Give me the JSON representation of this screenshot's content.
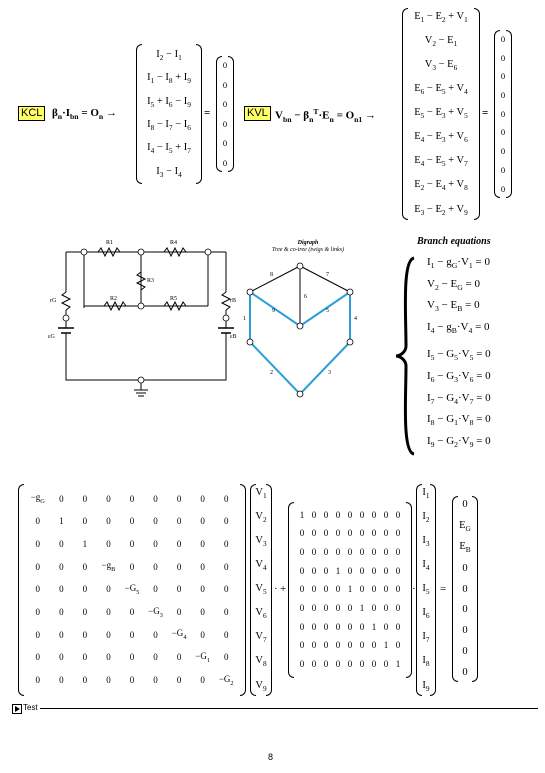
{
  "kcl": {
    "tag": "KCL",
    "lhs": "βn·Ibn = On →",
    "vector": [
      "I2 − I1",
      "I1 − I8 + I9",
      "I5 + I6 − I9",
      "I8 − I7 − I6",
      "I4 − I5 + I7",
      "I3 − I4"
    ],
    "equals": "=",
    "zeros": [
      "0",
      "0",
      "0",
      "0",
      "0",
      "0"
    ]
  },
  "kvl": {
    "tag": "KVL",
    "lhs": "Vbn − βnT·En = On1 →",
    "vector": [
      "E1 − E2 + V1",
      "V2 − E1",
      "V3 − E6",
      "E6 − E5 + V4",
      "E5 − E3 + V5",
      "E4 − E3 + V6",
      "E4 − E5 + V7",
      "E2 − E4 + V8",
      "E3 − E2 + V9"
    ],
    "equals": "=",
    "zeros": [
      "0",
      "0",
      "0",
      "0",
      "0",
      "0",
      "0",
      "0",
      "0"
    ]
  },
  "circuit": {
    "labels": [
      "R1",
      "R4",
      "R3",
      "R2",
      "R5",
      "rG",
      "rB",
      "εG",
      "εB"
    ]
  },
  "digraph": {
    "title": "Digraph",
    "subtitle": "Tree & co-tree (twigs & links)",
    "edge_labels": [
      "1",
      "2",
      "3",
      "4",
      "5",
      "6",
      "7",
      "8",
      "9"
    ]
  },
  "branch": {
    "title": "Branch equations",
    "equations": [
      "I1 − gG·V1 = 0",
      "V2 − EG = 0",
      "V3 − EB = 0",
      "I4 − gB·V4 = 0",
      "I5 − G5·V5 = 0",
      "I6 − G3·V6 = 0",
      "I7 − G4·V7 = 0",
      "I8 − G1·V8 = 0",
      "I9 − G2·V9 = 0"
    ]
  },
  "system": {
    "gmatrix": [
      [
        "−gG",
        "0",
        "0",
        "0",
        "0",
        "0",
        "0",
        "0",
        "0"
      ],
      [
        "0",
        "1",
        "0",
        "0",
        "0",
        "0",
        "0",
        "0",
        "0"
      ],
      [
        "0",
        "0",
        "1",
        "0",
        "0",
        "0",
        "0",
        "0",
        "0"
      ],
      [
        "0",
        "0",
        "0",
        "−gB",
        "0",
        "0",
        "0",
        "0",
        "0"
      ],
      [
        "0",
        "0",
        "0",
        "0",
        "−G5",
        "0",
        "0",
        "0",
        "0"
      ],
      [
        "0",
        "0",
        "0",
        "0",
        "0",
        "−G3",
        "0",
        "0",
        "0"
      ],
      [
        "0",
        "0",
        "0",
        "0",
        "0",
        "0",
        "−G4",
        "0",
        "0"
      ],
      [
        "0",
        "0",
        "0",
        "0",
        "0",
        "0",
        "0",
        "−G1",
        "0"
      ],
      [
        "0",
        "0",
        "0",
        "0",
        "0",
        "0",
        "0",
        "0",
        "−G2"
      ]
    ],
    "vvec": [
      "V1",
      "V2",
      "V3",
      "V4",
      "V5",
      "V6",
      "V7",
      "V8",
      "V9"
    ],
    "imatrix": [
      [
        "1",
        "0",
        "0",
        "0",
        "0",
        "0",
        "0",
        "0",
        "0"
      ],
      [
        "0",
        "0",
        "0",
        "0",
        "0",
        "0",
        "0",
        "0",
        "0"
      ],
      [
        "0",
        "0",
        "0",
        "0",
        "0",
        "0",
        "0",
        "0",
        "0"
      ],
      [
        "0",
        "0",
        "0",
        "1",
        "0",
        "0",
        "0",
        "0",
        "0"
      ],
      [
        "0",
        "0",
        "0",
        "0",
        "1",
        "0",
        "0",
        "0",
        "0"
      ],
      [
        "0",
        "0",
        "0",
        "0",
        "0",
        "1",
        "0",
        "0",
        "0"
      ],
      [
        "0",
        "0",
        "0",
        "0",
        "0",
        "0",
        "1",
        "0",
        "0"
      ],
      [
        "0",
        "0",
        "0",
        "0",
        "0",
        "0",
        "0",
        "1",
        "0"
      ],
      [
        "0",
        "0",
        "0",
        "0",
        "0",
        "0",
        "0",
        "0",
        "1"
      ]
    ],
    "ivec": [
      "I1",
      "I2",
      "I3",
      "I4",
      "I5",
      "I6",
      "I7",
      "I8",
      "I9"
    ],
    "rhs": [
      "0",
      "EG",
      "EB",
      "0",
      "0",
      "0",
      "0",
      "0",
      "0"
    ],
    "dot": "·",
    "plus": "+",
    "equals": "="
  },
  "footer": {
    "region_label": "Test",
    "page_number": "8"
  }
}
